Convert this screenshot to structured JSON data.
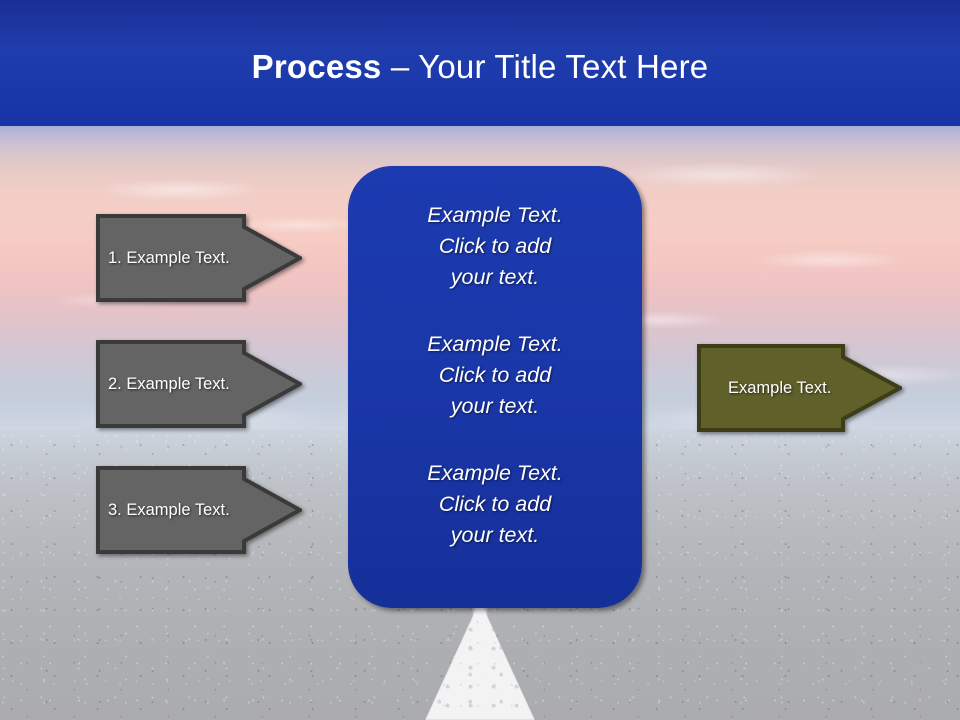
{
  "slide": {
    "title": {
      "bold_part": "Process",
      "rest_part": " – Your Title Text Here",
      "full": "Process – Your Title Text Here"
    },
    "theme": {
      "title_band_color": "#1f3dac",
      "blue_box_color": "#1937a8",
      "gray_arrow_color": "#646464",
      "gray_arrow_border": "#3a3a3a",
      "olive_arrow_color": "#60602b",
      "olive_arrow_border": "#3d3d18",
      "text_color": "#ffffff"
    },
    "background": {
      "description": "sunset sky over a straight road with white center line",
      "sky_top_color": "#1430a0",
      "sky_horizon_color": "#f5cec6",
      "road_color": "#b4b6bb",
      "road_line_color": "#f8f9fa"
    }
  },
  "step_arrows": [
    {
      "label": "1. Example Text."
    },
    {
      "label": "2. Example Text."
    },
    {
      "label": "3. Example Text."
    }
  ],
  "center_panel": {
    "paragraphs": [
      {
        "line1": "Example Text.",
        "line2": "Click  to add",
        "line3": "your text."
      },
      {
        "line1": "Example Text.",
        "line2": "Click  to add",
        "line3": "your text."
      },
      {
        "line1": "Example Text.",
        "line2": "Click  to add",
        "line3": "your text."
      }
    ]
  },
  "result_arrow": {
    "label": "Example Text."
  }
}
